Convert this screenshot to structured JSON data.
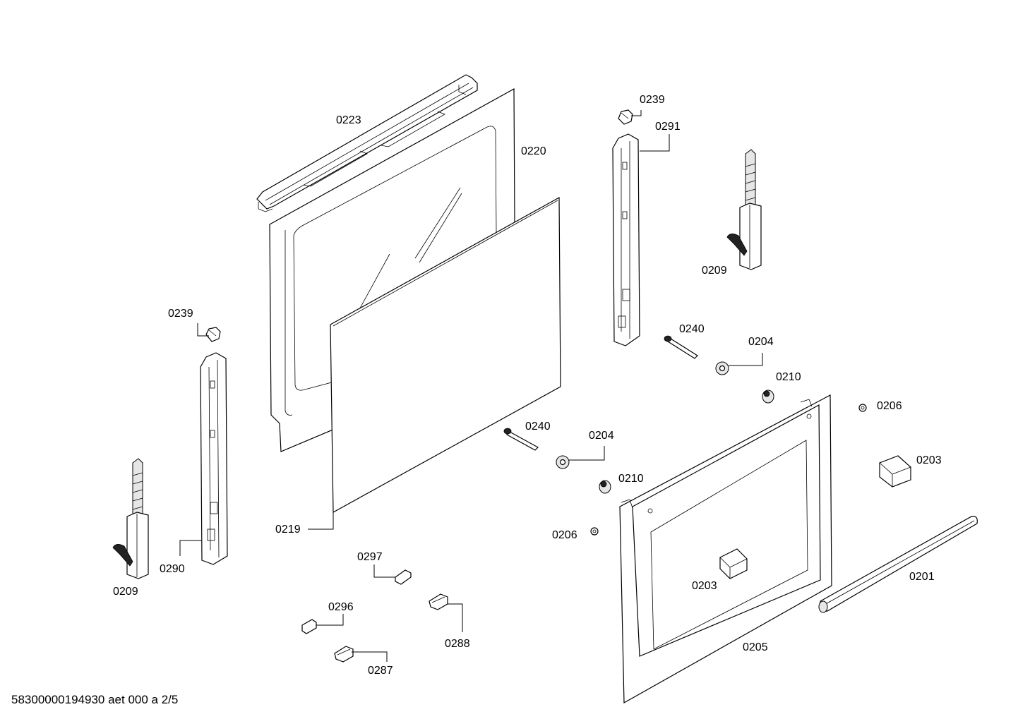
{
  "footer": {
    "code": "58300000194930 aet 000 a 2/5"
  },
  "labels": {
    "l0223": "0223",
    "l0220": "0220",
    "l0239a": "0239",
    "l0291": "0291",
    "l0209a": "0209",
    "l0239b": "0239",
    "l0240a": "0240",
    "l0204a": "0204",
    "l0210a": "0210",
    "l0206a": "0206",
    "l0240b": "0240",
    "l0204b": "0204",
    "l0203a": "0203",
    "l0210b": "0210",
    "l0219": "0219",
    "l0206b": "0206",
    "l0290": "0290",
    "l0209b": "0209",
    "l0297": "0297",
    "l0203b": "0203",
    "l0201": "0201",
    "l0296": "0296",
    "l0288": "0288",
    "l0205": "0205",
    "l0287": "0287"
  }
}
